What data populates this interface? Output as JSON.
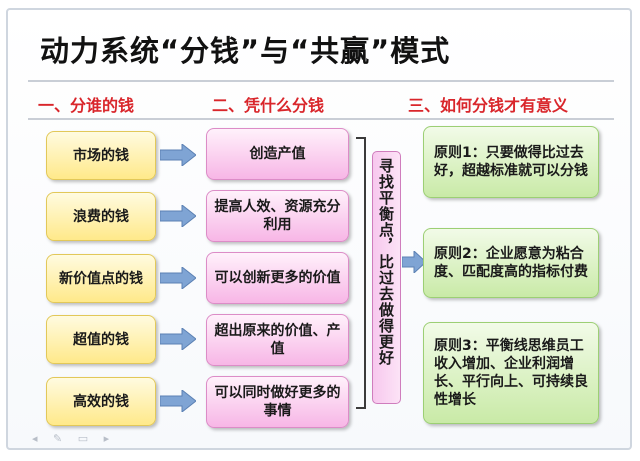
{
  "title": "动力系统“分钱”与“共赢”模式",
  "headers": [
    "一、分谁的钱",
    "二、凭什么分钱",
    "三、如何分钱才有意义"
  ],
  "col1": [
    "市场的钱",
    "浪费的钱",
    "新价值点的钱",
    "超值的钱",
    "高效的钱"
  ],
  "col2": [
    "创造产值",
    "提高人效、资源充分利用",
    "可以创新更多的价值",
    "超出原来的价值、产值",
    "可以同时做好更多的事情"
  ],
  "middle": "寻找平衡点，比过去做得更好",
  "principles": [
    "原则1：只要做得比过去好，超越标准就可以分钱",
    "原则2：企业愿意为粘合度、匹配度高的指标付费",
    "原则3：平衡线思维员工收入增加、企业利润增长、平行向上、可持续良性增长"
  ],
  "colors": {
    "header": "#d9262b",
    "arrow": "#7fa4d4"
  }
}
